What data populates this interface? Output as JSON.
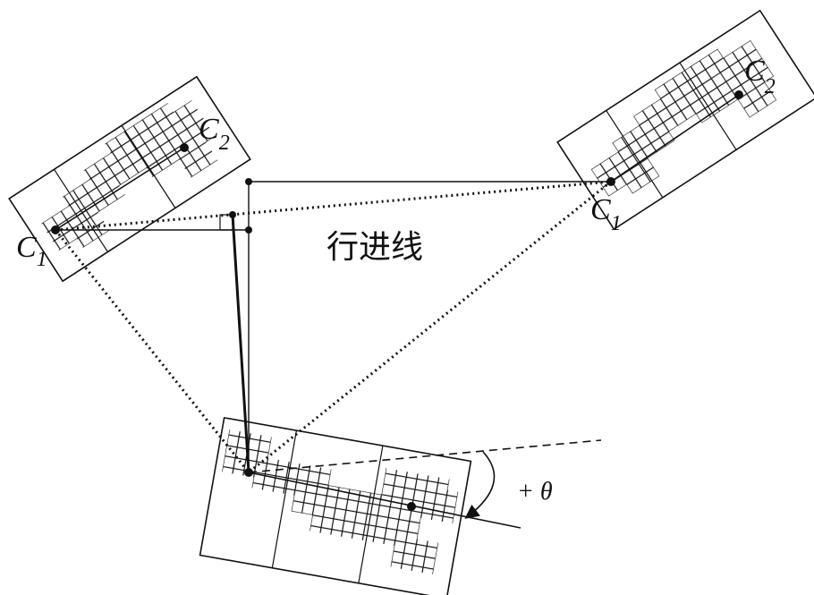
{
  "labels": {
    "c1_left": "C",
    "c1_left_sub": "1",
    "c2_left": "C",
    "c2_left_sub": "2",
    "c1_right": "C",
    "c1_right_sub": "1",
    "c2_right": "C",
    "c2_right_sub": "2",
    "travel_line": "行进线",
    "angle": "+ θ"
  }
}
